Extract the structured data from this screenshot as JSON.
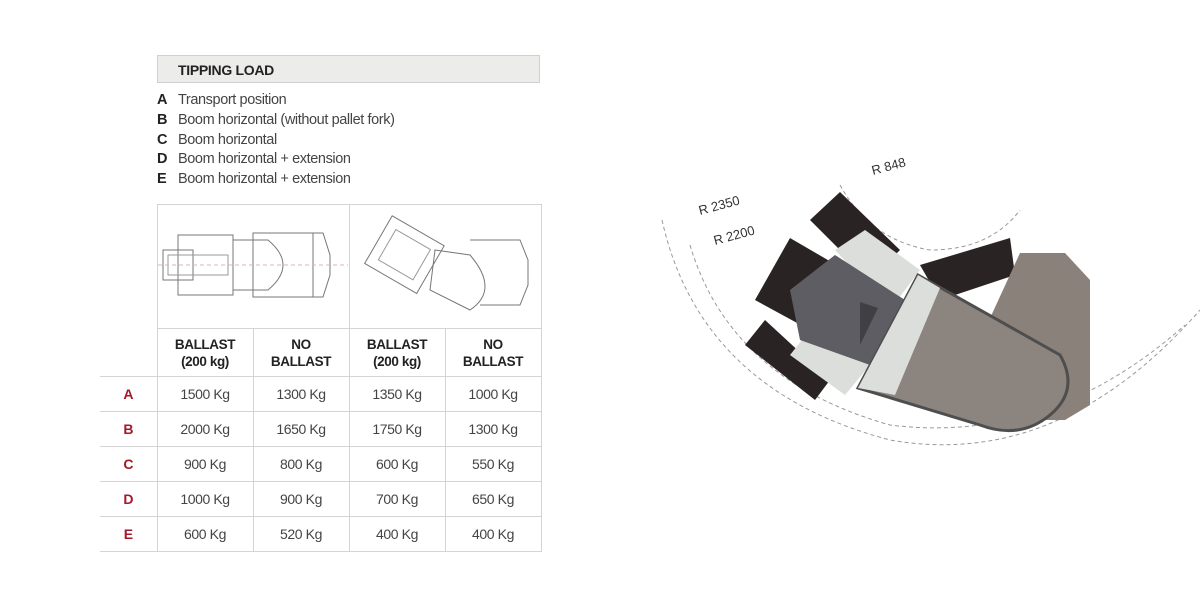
{
  "title": "TIPPING LOAD",
  "legend": [
    {
      "key": "A",
      "text": "Transport position"
    },
    {
      "key": "B",
      "text": "Boom horizontal (without pallet fork)"
    },
    {
      "key": "C",
      "text": "Boom horizontal"
    },
    {
      "key": "D",
      "text": "Boom horizontal + extension"
    },
    {
      "key": "E",
      "text": "Boom horizontal + extension"
    }
  ],
  "table": {
    "headers": [
      [
        "BALLAST",
        "(200 kg)"
      ],
      [
        "NO",
        "BALLAST"
      ],
      [
        "BALLAST",
        "(200 kg)"
      ],
      [
        "NO",
        "BALLAST"
      ]
    ],
    "rows": [
      {
        "label": "A",
        "values": [
          "1500 Kg",
          "1300 Kg",
          "1350 Kg",
          "1000 Kg"
        ]
      },
      {
        "label": "B",
        "values": [
          "2000 Kg",
          "1650 Kg",
          "1750 Kg",
          "1300 Kg"
        ]
      },
      {
        "label": "C",
        "values": [
          "900 Kg",
          "800 Kg",
          "600 Kg",
          "550 Kg"
        ]
      },
      {
        "label": "D",
        "values": [
          "1000 Kg",
          "900 Kg",
          "700 Kg",
          "650 Kg"
        ]
      },
      {
        "label": "E",
        "values": [
          "600 Kg",
          "520 Kg",
          "400 Kg",
          "400 Kg"
        ]
      }
    ]
  },
  "diagram": {
    "r1": "R 2350",
    "r2": "R 2200",
    "r3": "R 848"
  }
}
